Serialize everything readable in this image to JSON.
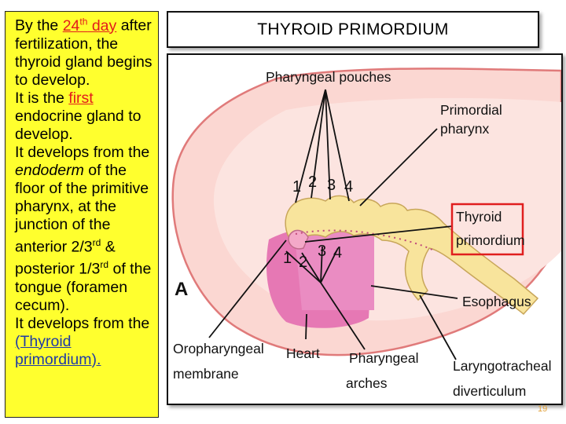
{
  "title": "THYROID PRIMORDIUM",
  "text": {
    "l1_pre": "By the ",
    "l1_num": "24",
    "l1_sup": "th",
    "l1_unit": " day",
    "l1_post": " after fertilization, the thyroid gland begins to develop.",
    "l2_pre": "It is the ",
    "l2_red": "first",
    "l2_post": " endocrine gland to develop.",
    "l3_pre": "It develops from the ",
    "l3_em": "endoderm",
    "l3_mid": " of the floor of the primitive pharynx, at the junction of the anterior 2/3",
    "l3_sup1": "rd",
    "l3_mid2": " & posterior 1/3",
    "l3_sup2": "rd",
    "l3_post": " of the tongue (foramen cecum).",
    "l4_pre": "It develops from the ",
    "l4_link": "(Thyroid primordium)."
  },
  "figure": {
    "panel_letter": "A",
    "labels": {
      "pharyngeal_pouches": "Pharyngeal pouches",
      "primordial": "Primordial",
      "pharynx": "pharynx",
      "thyroid": "Thyroid",
      "primordium": "primordium",
      "esophagus": "Esophagus",
      "oropharyngeal": "Oropharyngeal",
      "membrane": "membrane",
      "heart": "Heart",
      "pharyngeal": "Pharyngeal",
      "arches": "arches",
      "laryngotracheal": "Laryngotracheal",
      "diverticulum": "diverticulum"
    },
    "pouch_numbers": [
      "1",
      "2",
      "3",
      "4"
    ],
    "arch_numbers": [
      "1",
      "2",
      "3",
      "4"
    ],
    "highlight_color": "#e01e1e"
  },
  "page_number": "19"
}
